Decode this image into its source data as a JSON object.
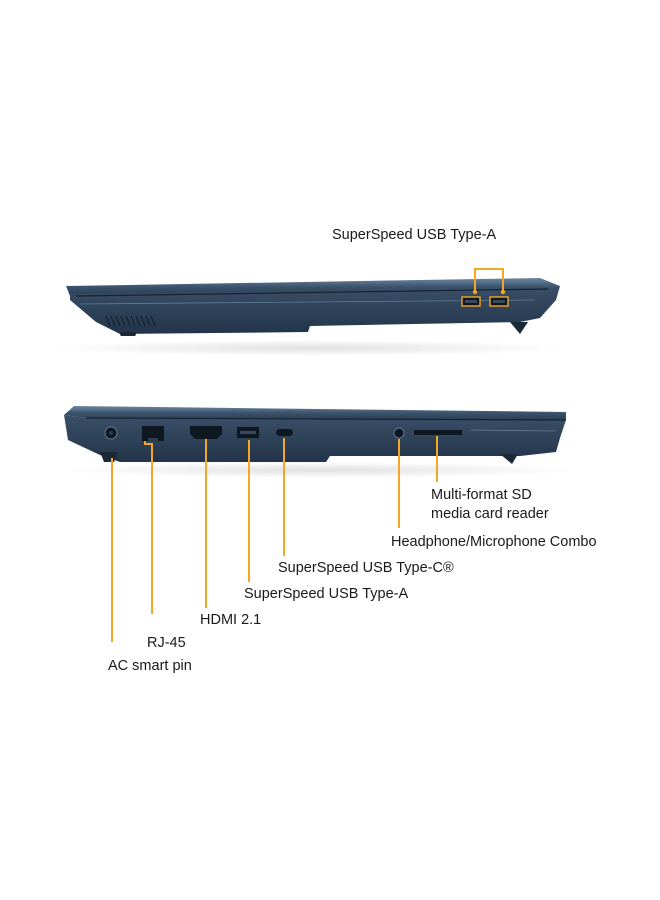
{
  "colors": {
    "accent": "#F5A623",
    "chassis": "#2E4258",
    "chassis_dark": "#1F2F40",
    "chassis_light": "#5E7A94",
    "port": "#0F1720",
    "label": "#1A1A1A"
  },
  "right_side": {
    "ports": [
      {
        "name": "usb-a-port",
        "icon": "usb-a-port-icon"
      },
      {
        "name": "usb-a-port",
        "icon": "usb-a-port-icon"
      }
    ],
    "label": "SuperSpeed USB Type-A"
  },
  "left_side": {
    "ports": [
      {
        "key": "ac",
        "label": "AC smart pin",
        "icon": "ac-smart-pin-icon"
      },
      {
        "key": "rj45",
        "label": "RJ-45",
        "icon": "ethernet-port-icon"
      },
      {
        "key": "hdmi",
        "label": "HDMI 2.1",
        "icon": "hdmi-port-icon"
      },
      {
        "key": "usba",
        "label": "SuperSpeed USB Type-A",
        "icon": "usb-a-port-icon"
      },
      {
        "key": "usbc",
        "label": "SuperSpeed USB Type-C®",
        "icon": "usb-c-port-icon"
      },
      {
        "key": "audio",
        "label": "Headphone/Microphone Combo",
        "icon": "audio-jack-icon"
      },
      {
        "key": "sd",
        "label_line1": "Multi-format SD",
        "label_line2": "media card reader",
        "icon": "sd-card-slot-icon"
      }
    ]
  }
}
